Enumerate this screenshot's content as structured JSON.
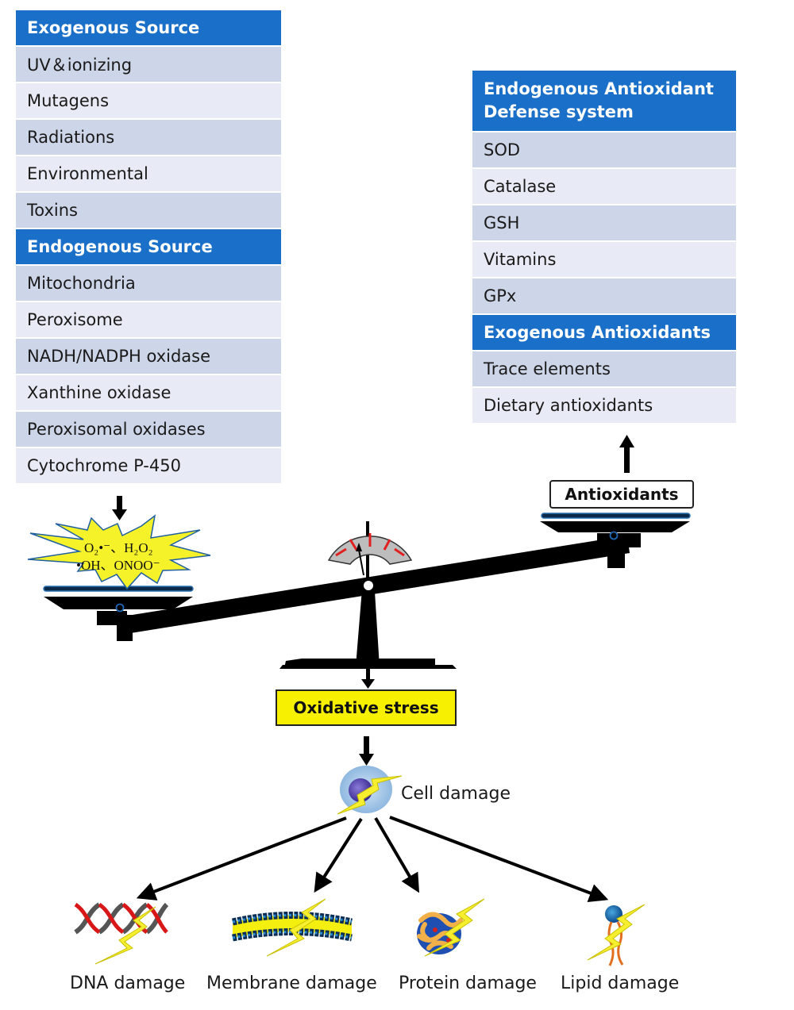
{
  "left_table": {
    "sections": [
      {
        "header": "Exogenous Source",
        "items": [
          "UV＆ionizing",
          "Mutagens",
          "Radiations",
          "Environmental",
          "Toxins"
        ]
      },
      {
        "header": "Endogenous Source",
        "items": [
          "Mitochondria",
          "Peroxisome",
          "NADH/NADPH oxidase",
          "Xanthine oxidase",
          "Peroxisomal oxidases",
          "Cytochrome P-450"
        ]
      }
    ]
  },
  "right_table": {
    "sections": [
      {
        "header": "Endogenous Antioxidant\nDefense system",
        "items": [
          "SOD",
          "Catalase",
          "GSH",
          "Vitamins",
          "GPx"
        ]
      },
      {
        "header": "Exogenous Antioxidants",
        "items": [
          "Trace elements",
          "Dietary antioxidants"
        ]
      }
    ]
  },
  "ros_burst": {
    "line1": "O₂•⁻、H₂O₂",
    "line2": "•OH、ONOO⁻"
  },
  "antioxidants_box": "Antioxidants",
  "oxidative_stress_box": "Oxidative stress",
  "cell_damage_label": "Cell damage",
  "damage_types": [
    {
      "label": "DNA damage",
      "icon": "dna-helix-icon"
    },
    {
      "label": "Membrane damage",
      "icon": "lipid-bilayer-icon"
    },
    {
      "label": "Protein damage",
      "icon": "protein-fold-icon"
    },
    {
      "label": "Lipid damage",
      "icon": "lipid-molecule-icon"
    }
  ],
  "colors": {
    "header_blue": "#1a6fc9",
    "row_dark": "#cdd5e8",
    "row_light": "#e8ebf5",
    "ros_yellow": "#f5f22a",
    "stress_yellow": "#f7f000",
    "gauge_red": "#e02020"
  }
}
